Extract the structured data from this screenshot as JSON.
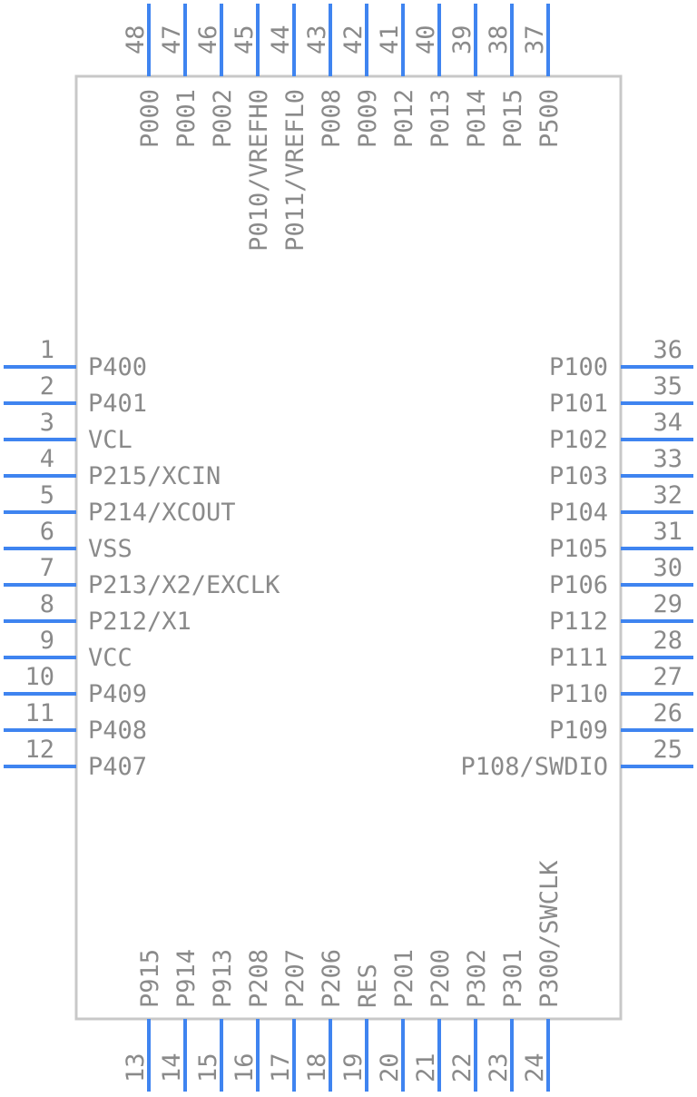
{
  "colors": {
    "body_outline": "#c8c8c8",
    "pin": "#3f84f0",
    "text": "#8a8a8a"
  },
  "pins": {
    "left": [
      {
        "num": "1",
        "name": "P400"
      },
      {
        "num": "2",
        "name": "P401"
      },
      {
        "num": "3",
        "name": "VCL"
      },
      {
        "num": "4",
        "name": "P215/XCIN"
      },
      {
        "num": "5",
        "name": "P214/XCOUT"
      },
      {
        "num": "6",
        "name": "VSS"
      },
      {
        "num": "7",
        "name": "P213/X2/EXCLK"
      },
      {
        "num": "8",
        "name": "P212/X1"
      },
      {
        "num": "9",
        "name": "VCC"
      },
      {
        "num": "10",
        "name": "P409"
      },
      {
        "num": "11",
        "name": "P408"
      },
      {
        "num": "12",
        "name": "P407"
      }
    ],
    "right": [
      {
        "num": "36",
        "name": "P100"
      },
      {
        "num": "35",
        "name": "P101"
      },
      {
        "num": "34",
        "name": "P102"
      },
      {
        "num": "33",
        "name": "P103"
      },
      {
        "num": "32",
        "name": "P104"
      },
      {
        "num": "31",
        "name": "P105"
      },
      {
        "num": "30",
        "name": "P106"
      },
      {
        "num": "29",
        "name": "P112"
      },
      {
        "num": "28",
        "name": "P111"
      },
      {
        "num": "27",
        "name": "P110"
      },
      {
        "num": "26",
        "name": "P109"
      },
      {
        "num": "25",
        "name": "P108/SWDIO"
      }
    ],
    "top": [
      {
        "num": "48",
        "name": "P000"
      },
      {
        "num": "47",
        "name": "P001"
      },
      {
        "num": "46",
        "name": "P002"
      },
      {
        "num": "45",
        "name": "P010/VREFH0"
      },
      {
        "num": "44",
        "name": "P011/VREFL0"
      },
      {
        "num": "43",
        "name": "P008"
      },
      {
        "num": "42",
        "name": "P009"
      },
      {
        "num": "41",
        "name": "P012"
      },
      {
        "num": "40",
        "name": "P013"
      },
      {
        "num": "39",
        "name": "P014"
      },
      {
        "num": "38",
        "name": "P015"
      },
      {
        "num": "37",
        "name": "P500"
      }
    ],
    "bottom": [
      {
        "num": "13",
        "name": "P915"
      },
      {
        "num": "14",
        "name": "P914"
      },
      {
        "num": "15",
        "name": "P913"
      },
      {
        "num": "16",
        "name": "P208"
      },
      {
        "num": "17",
        "name": "P207"
      },
      {
        "num": "18",
        "name": "P206"
      },
      {
        "num": "19",
        "name": "RES"
      },
      {
        "num": "20",
        "name": "P201"
      },
      {
        "num": "21",
        "name": "P200"
      },
      {
        "num": "22",
        "name": "P302"
      },
      {
        "num": "23",
        "name": "P301"
      },
      {
        "num": "24",
        "name": "P300/SWCLK"
      }
    ]
  }
}
